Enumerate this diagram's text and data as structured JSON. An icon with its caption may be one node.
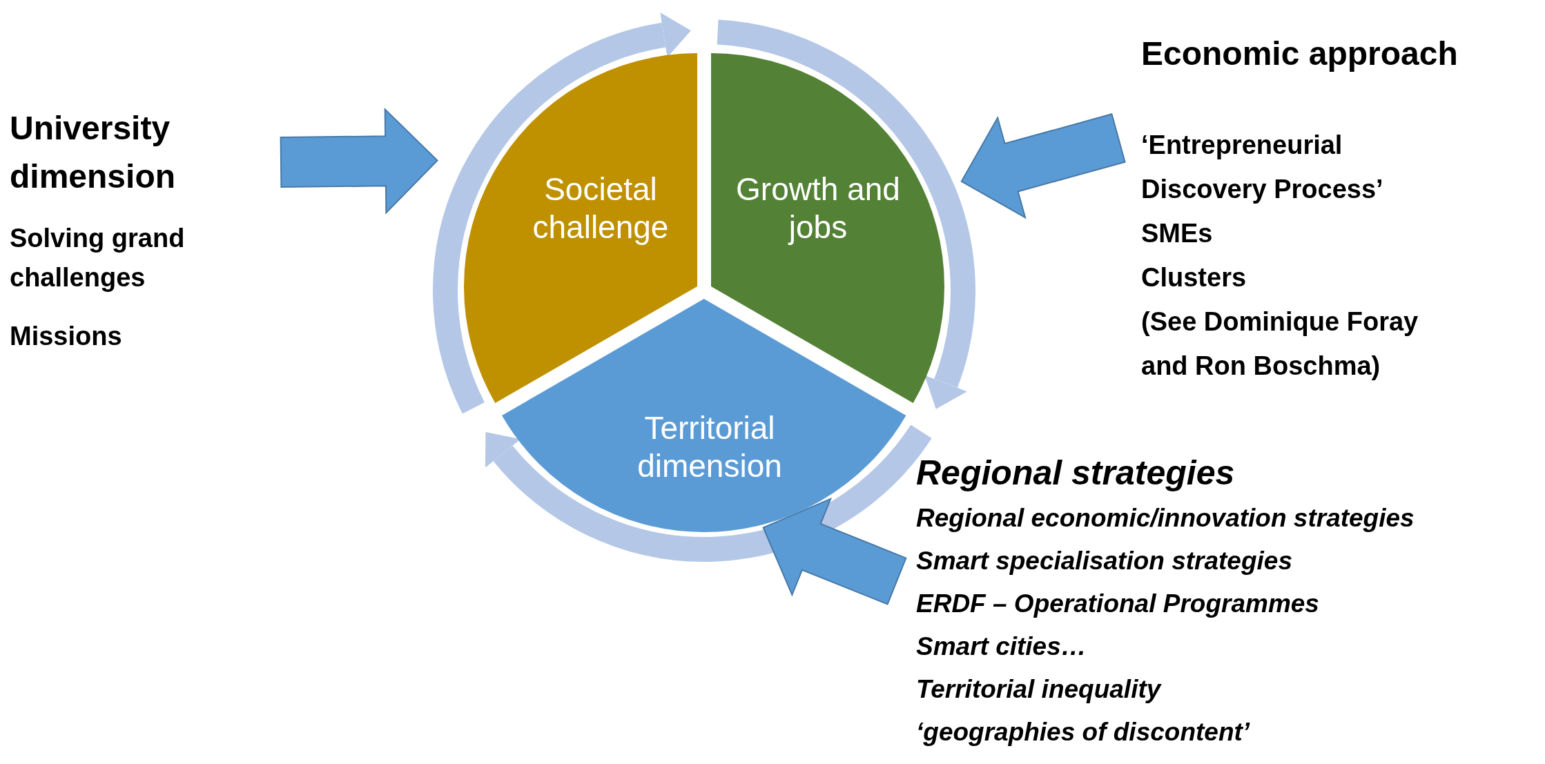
{
  "diagram": {
    "nodes": [
      {
        "text": [
          "Societal challenge"
        ]
      },
      {
        "text": [
          "Growth and jobs"
        ]
      },
      {
        "text": [
          "Territorial dimension"
        ]
      },
      {
        "text": [
          "University dimension",
          "Solving grand challenges",
          "Missions"
        ]
      },
      {
        "text": [
          "Economic approach",
          "‘Entrepreneurial Discovery Process’",
          "SMEs",
          "Clusters",
          "(See Dominique Foray and Ron Boschma)"
        ]
      },
      {
        "text": [
          "Regional strategies",
          "Regional economic/innovation strategies",
          "Smart specialisation strategies",
          "ERDF – Operational Programmes",
          "Smart cities…",
          "Territorial inequality",
          "‘geographies of discontent’"
        ]
      }
    ],
    "edges": [
      {
        "from": 3,
        "to": 0,
        "arrow": "to"
      },
      {
        "from": 4,
        "to": 1,
        "arrow": "to"
      },
      {
        "from": 5,
        "to": 2,
        "arrow": "to"
      }
    ]
  }
}
